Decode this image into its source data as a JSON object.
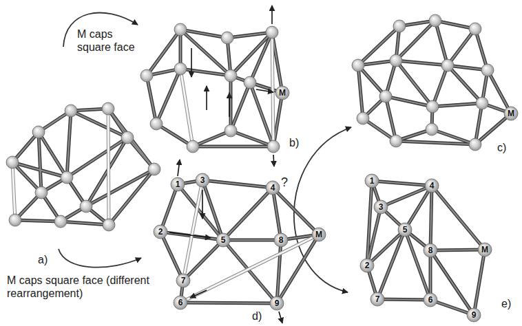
{
  "diagram": {
    "labels": [
      "M caps square face",
      "M caps square face (different rearrangement)",
      "a)",
      "b)",
      "c)",
      "d)",
      "e)",
      "?",
      "M",
      "M",
      "1",
      "2",
      "3",
      "4",
      "5",
      "6",
      "7",
      "8",
      "9",
      "M",
      "1",
      "2",
      "3",
      "4",
      "5",
      "6",
      "7",
      "8",
      "9",
      "M"
    ]
  }
}
